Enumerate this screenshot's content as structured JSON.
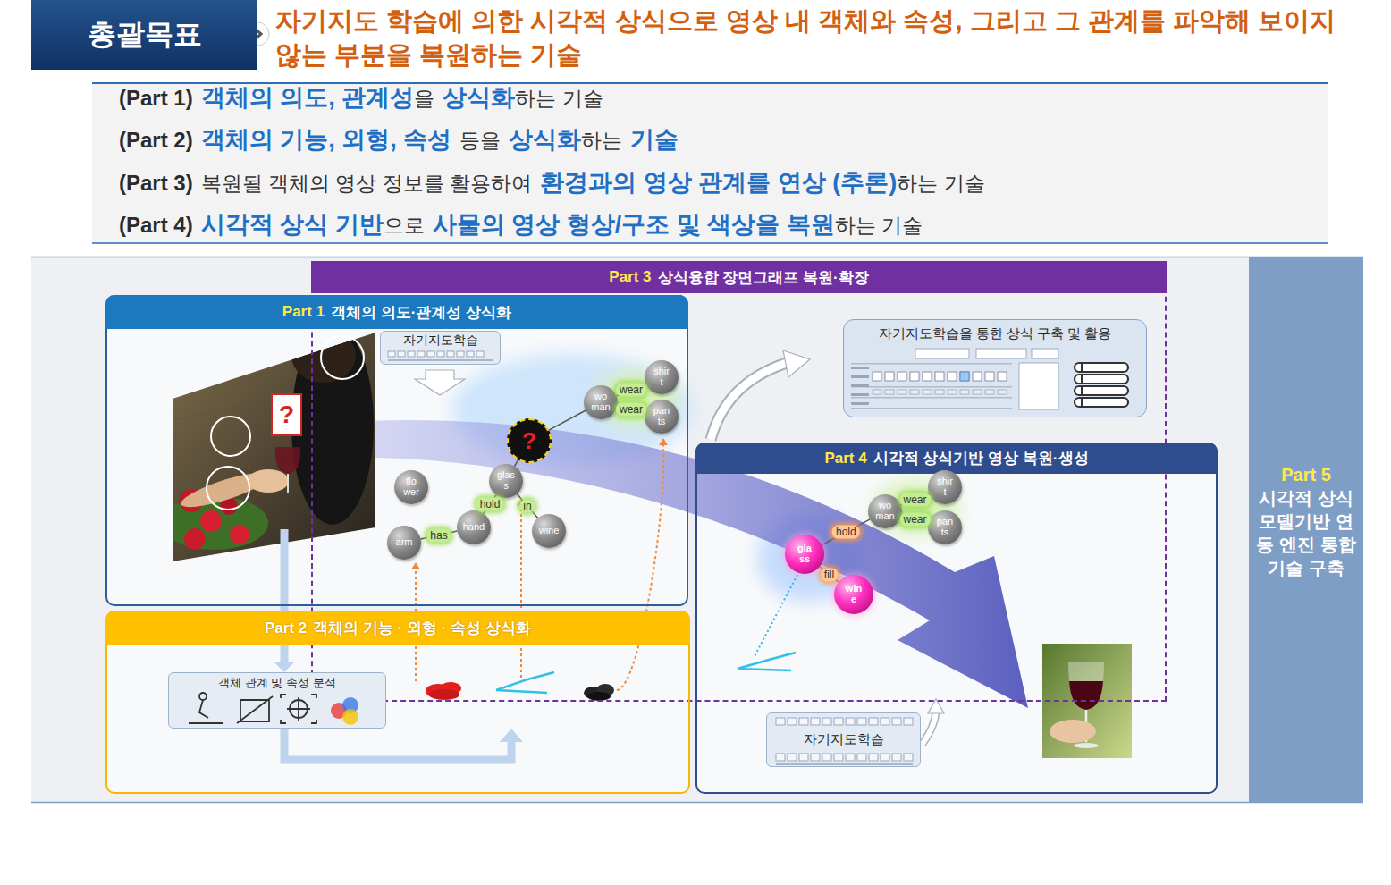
{
  "diagram": {
    "title": "자기지도 학습에 의한 시각적 상식으로 영상 내 객체와 속성, 그리고 그 관계를 파악해 보이지 않는 부분을 복원하는 기술",
    "nodes": [
      {
        "text": [
          "총괄목표"
        ]
      },
      {
        "text": [
          "Part 3",
          "상식융합 장면그래프 복원·확장"
        ]
      },
      {
        "text": [
          "Part 1",
          "객체의 의도·관계성 상식화"
        ]
      },
      {
        "text": [
          "자기지도학습"
        ],
        "in": 2
      },
      {
        "text": [
          "flo wer"
        ],
        "in": 2
      },
      {
        "text": [
          "?"
        ],
        "in": 2
      },
      {
        "text": [
          "wo man"
        ],
        "in": 2
      },
      {
        "text": [
          "shir t"
        ],
        "in": 2
      },
      {
        "text": [
          "pan ts"
        ],
        "in": 2
      },
      {
        "text": [
          "glas s"
        ],
        "in": 2
      },
      {
        "text": [
          "arm"
        ],
        "in": 2
      },
      {
        "text": [
          "hand"
        ],
        "in": 2
      },
      {
        "text": [
          "wine"
        ],
        "in": 2
      },
      {
        "text": [
          "자기지도학습을 통한 상식 구축 및 활용"
        ],
        "in": 1
      },
      {
        "text": [
          "Part 2",
          "객체의 기능 · 외형 · 속성 상식화"
        ]
      },
      {
        "text": [
          "객체 관계 및 속성 분석"
        ],
        "in": 14
      },
      {
        "text": [
          "Part 4",
          "시각적 상식기반 영상 복원·생성"
        ]
      },
      {
        "text": [
          "wo man"
        ],
        "in": 16
      },
      {
        "text": [
          "shir t"
        ],
        "in": 16
      },
      {
        "text": [
          "pan ts"
        ],
        "in": 16
      },
      {
        "text": [
          "gla ss"
        ],
        "in": 16
      },
      {
        "text": [
          "win e"
        ],
        "in": 16
      },
      {
        "text": [
          "자기지도학습"
        ],
        "in": 16
      },
      {
        "text": [
          "Part 5",
          "시각적 상식 모델기반 연동 엔진 통합 기술 구축"
        ]
      }
    ],
    "edges": [
      {
        "from": 6,
        "to": 7,
        "label": "wear",
        "arrow": "none"
      },
      {
        "from": 6,
        "to": 8,
        "label": "wear",
        "arrow": "none"
      },
      {
        "from": 5,
        "to": 6,
        "arrow": "none"
      },
      {
        "from": 9,
        "to": 5,
        "arrow": "none"
      },
      {
        "from": 9,
        "to": 11,
        "label": "hold",
        "arrow": "none"
      },
      {
        "from": 9,
        "to": 12,
        "label": "in",
        "arrow": "none"
      },
      {
        "from": 10,
        "to": 11,
        "label": "has",
        "arrow": "none"
      },
      {
        "from": 17,
        "to": 18,
        "label": "wear",
        "arrow": "none"
      },
      {
        "from": 17,
        "to": 19,
        "label": "wear",
        "arrow": "none"
      },
      {
        "from": 20,
        "to": 17,
        "label": "hold",
        "arrow": "none"
      },
      {
        "from": 20,
        "to": 21,
        "label": "fill",
        "arrow": "none"
      }
    ],
    "labels": [
      "(Part 1)",
      "객체의 의도, 관계성",
      "을",
      "상식화",
      "하는 기술",
      "(Part 2)",
      "객체의 기능, 외형, 속성",
      "등을",
      "상식화",
      "하는",
      "기술",
      "(Part 3)",
      "복원될 객체의 영상 정보를 활용하여",
      "환경과의 영상 관계를 연상 (추론)",
      "하는 기술",
      "(Part 4)",
      "시각적 상식 기반",
      "으로",
      "사물의 영상 형상/구조 및 색상을 복원",
      "하는 기술",
      "?"
    ]
  }
}
